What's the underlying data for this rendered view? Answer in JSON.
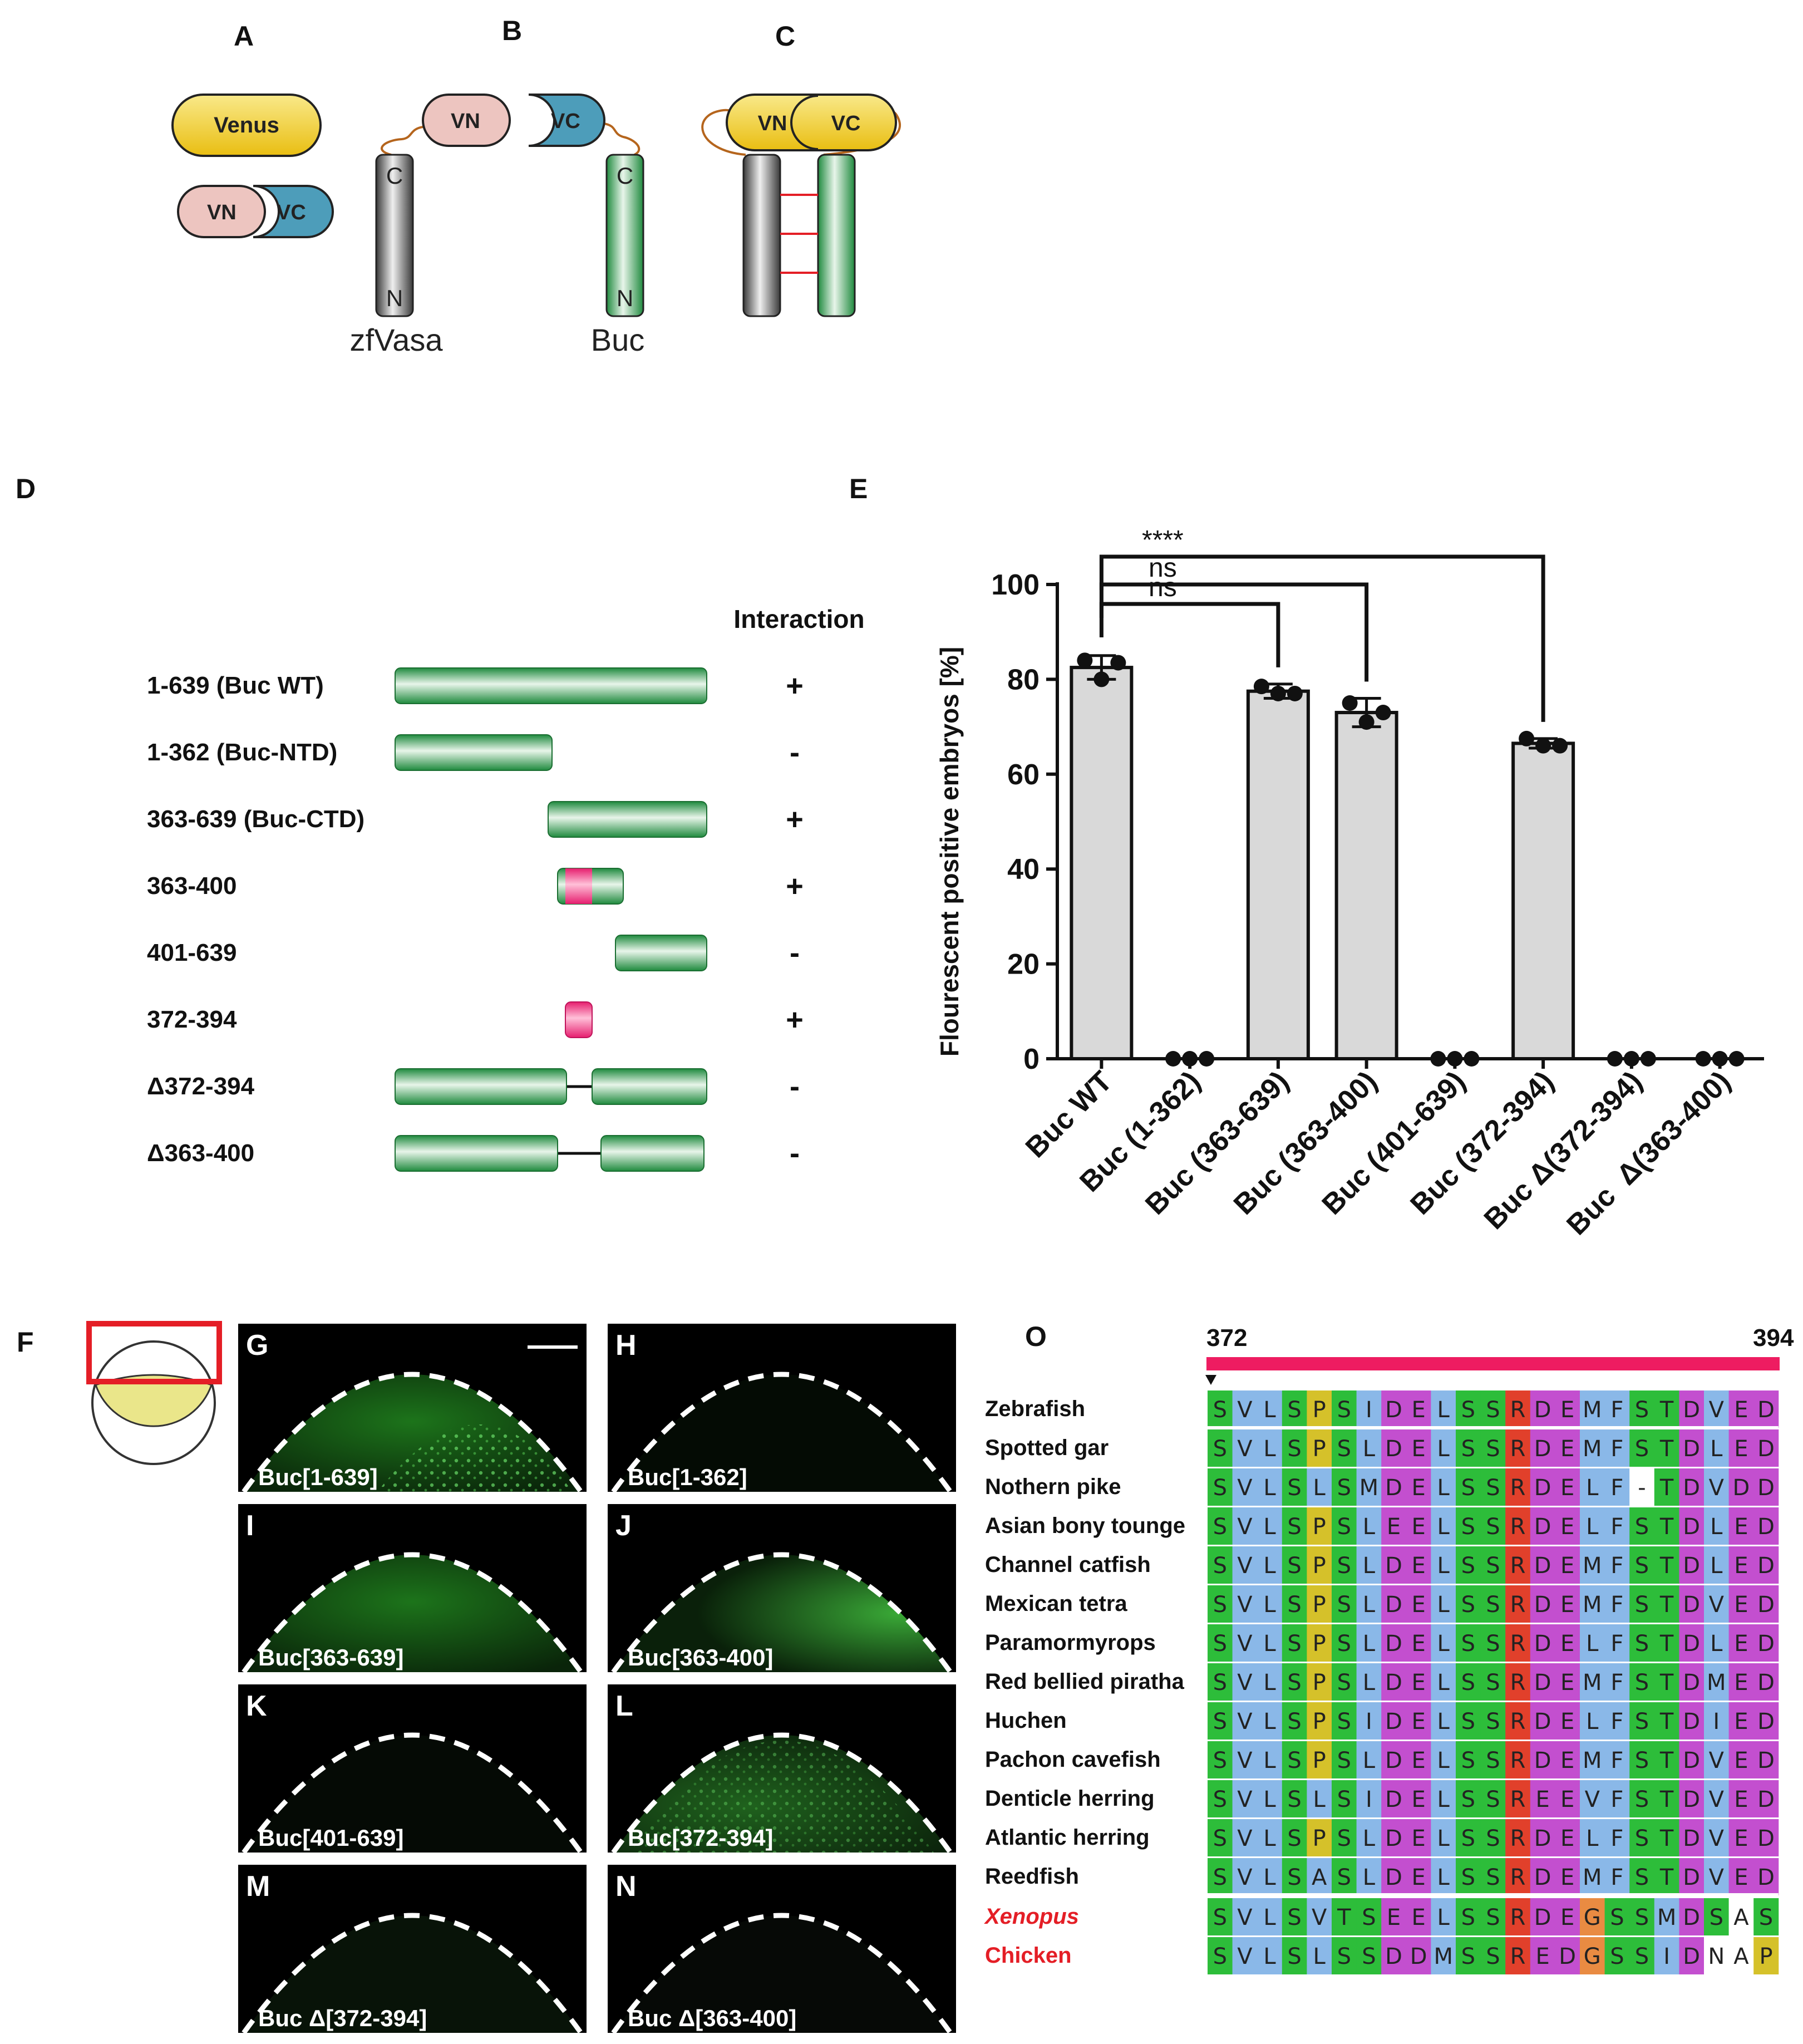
{
  "panel_letters": {
    "A": "A",
    "B": "B",
    "C": "C",
    "D": "D",
    "E": "E",
    "F": "F",
    "G": "G",
    "H": "H",
    "I": "I",
    "J": "J",
    "K": "K",
    "L": "L",
    "M": "M",
    "N": "N",
    "O": "O"
  },
  "colors": {
    "venus": "#F2D43A",
    "vn": "#EDC5C0",
    "vc": "#4D9DBA",
    "green": "#2E9E4E",
    "pink": "#F0407E",
    "linker": "#B5651D",
    "bar": "#D9D9D9",
    "magenta_bar": "#EE1C61"
  },
  "panelA": {
    "venus": "Venus",
    "vn": "VN",
    "vc": "VC"
  },
  "panelB": {
    "vn": "VN",
    "vc": "VC",
    "c1": "C",
    "n1": "N",
    "c2": "C",
    "n2": "N",
    "label1": "zfVasa",
    "label2": "Buc"
  },
  "panelC": {
    "vn": "VN",
    "vc": "VC"
  },
  "panelD": {
    "header": "Interaction",
    "constructs": [
      {
        "label": "1-639 (Buc WT)",
        "result": "+"
      },
      {
        "label": "1-362 (Buc-NTD)",
        "result": "-"
      },
      {
        "label": "363-639 (Buc-CTD)",
        "result": "+"
      },
      {
        "label": "363-400",
        "result": "+"
      },
      {
        "label": "401-639",
        "result": "-"
      },
      {
        "label": "372-394",
        "result": "+"
      },
      {
        "label": "Δ372-394",
        "result": "-"
      },
      {
        "label": "Δ363-400",
        "result": "-"
      }
    ]
  },
  "chart_data": {
    "type": "bar",
    "ylabel": "Flourescent positive embryos [%]",
    "ylim": [
      0,
      100
    ],
    "yticks": [
      "0",
      "20",
      "40",
      "60",
      "80",
      "100"
    ],
    "categories": [
      "Buc WT",
      "Buc (1-362)",
      "Buc (363-639)",
      "Buc (363-400)",
      "Buc (401-639)",
      "Buc (372-394)",
      "Buc Δ(372-394)",
      "Buc  Δ(363-400)"
    ],
    "values": [
      82.5,
      0,
      77.5,
      73,
      0,
      66.5,
      0,
      0
    ],
    "errors": [
      2.5,
      0,
      1.5,
      3,
      0,
      1,
      0,
      0
    ],
    "points": [
      [
        84,
        80,
        83.5
      ],
      [
        0,
        0,
        0
      ],
      [
        78.5,
        77,
        77
      ],
      [
        75,
        71,
        73
      ],
      [
        0,
        0,
        0
      ],
      [
        67.5,
        66,
        66
      ],
      [
        0,
        0,
        0
      ],
      [
        0,
        0,
        0
      ]
    ],
    "significance": [
      {
        "from": "Buc WT",
        "to": "Buc (363-639)",
        "label": "ns"
      },
      {
        "from": "Buc WT",
        "to": "Buc (363-400)",
        "label": "ns"
      },
      {
        "from": "Buc WT",
        "to": "Buc (372-394)",
        "label": "****"
      }
    ]
  },
  "panelF": {
    "yolk_color": "#EAE68A"
  },
  "micrographs": [
    {
      "letter": "G",
      "label": "Buc[1-639]"
    },
    {
      "letter": "H",
      "label": "Buc[1-362]"
    },
    {
      "letter": "I",
      "label": "Buc[363-639]"
    },
    {
      "letter": "J",
      "label": "Buc[363-400]"
    },
    {
      "letter": "K",
      "label": "Buc[401-639]"
    },
    {
      "letter": "L",
      "label": "Buc[372-394]"
    },
    {
      "letter": "M",
      "label": "Buc Δ[372-394]"
    },
    {
      "letter": "N",
      "label": "Buc Δ[363-400]"
    }
  ],
  "alignment": {
    "start": "372",
    "end": "394",
    "species": [
      "Zebrafish",
      "Spotted gar",
      "Nothern pike",
      "Asian bony tounge",
      "Channel catfish",
      "Mexican tetra",
      "Paramormyrops",
      "Red bellied piratha",
      "Huchen",
      "Pachon cavefish",
      "Denticle herring",
      "Atlantic herring",
      "Reedfish",
      "Xenopus",
      "Chicken"
    ],
    "highlighted_species": [
      "Xenopus",
      "Chicken"
    ],
    "sequences": [
      "SVLSPSIDELSSRDEMFSTDVED",
      "SVLSPSLDELSSRDEMFSTDLED",
      "SVLSLSMDELSSRDELF-TDVDD",
      "SVLSPSLEELSSRDELFSTDLED",
      "SVLSPSLDELSSRDEMFSTDLED",
      "SVLSPSLDELSSRDEMFSTDVED",
      "SVLSPSLDELSSRDELFSTDLED",
      "SVLSPSLDELSSRDEMFSTDMED",
      "SVLSPSIDELSSRDELFSTDIED",
      "SVLSPSLDELSSRDEMFSTDVED",
      "SVLSLSIDELSSREEVFSTDVED",
      "SVLSPSLDELSSRDELFSTDVED",
      "SVLSASLDELSSRDEMFSTDVED",
      "SVLSVTSEELSSRDEGSSMDSAS",
      "SVLSLSSDDMSSREDGSSIDNAP"
    ]
  }
}
